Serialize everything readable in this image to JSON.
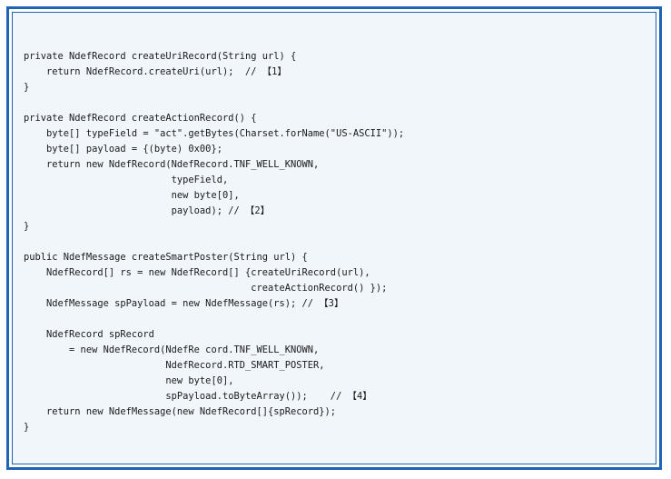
{
  "colors": {
    "frame_border": "#1f63b4",
    "code_background": "#f1f6fb",
    "text": "#1a1a1a"
  },
  "code": {
    "lines": [
      "private NdefRecord createUriRecord(String url) {",
      "    return NdefRecord.createUri(url);  // 【1】",
      "}",
      "",
      "private NdefRecord createActionRecord() {",
      "    byte[] typeField = \"act\".getBytes(Charset.forName(\"US-ASCII\"));",
      "    byte[] payload = {(byte) 0x00};",
      "    return new NdefRecord(NdefRecord.TNF_WELL_KNOWN,",
      "                          typeField,",
      "                          new byte[0],",
      "                          payload); // 【2】",
      "}",
      "",
      "public NdefMessage createSmartPoster(String url) {",
      "    NdefRecord[] rs = new NdefRecord[] {createUriRecord(url),",
      "                                        createActionRecord() });",
      "    NdefMessage spPayload = new NdefMessage(rs); // 【3】",
      "",
      "    NdefRecord spRecord",
      "        = new NdefRecord(NdefRe cord.TNF_WELL_KNOWN,",
      "                         NdefRecord.RTD_SMART_POSTER,",
      "                         new byte[0],",
      "                         spPayload.toByteArray());    // 【4】",
      "    return new NdefMessage(new NdefRecord[]{spRecord});",
      "}"
    ]
  }
}
